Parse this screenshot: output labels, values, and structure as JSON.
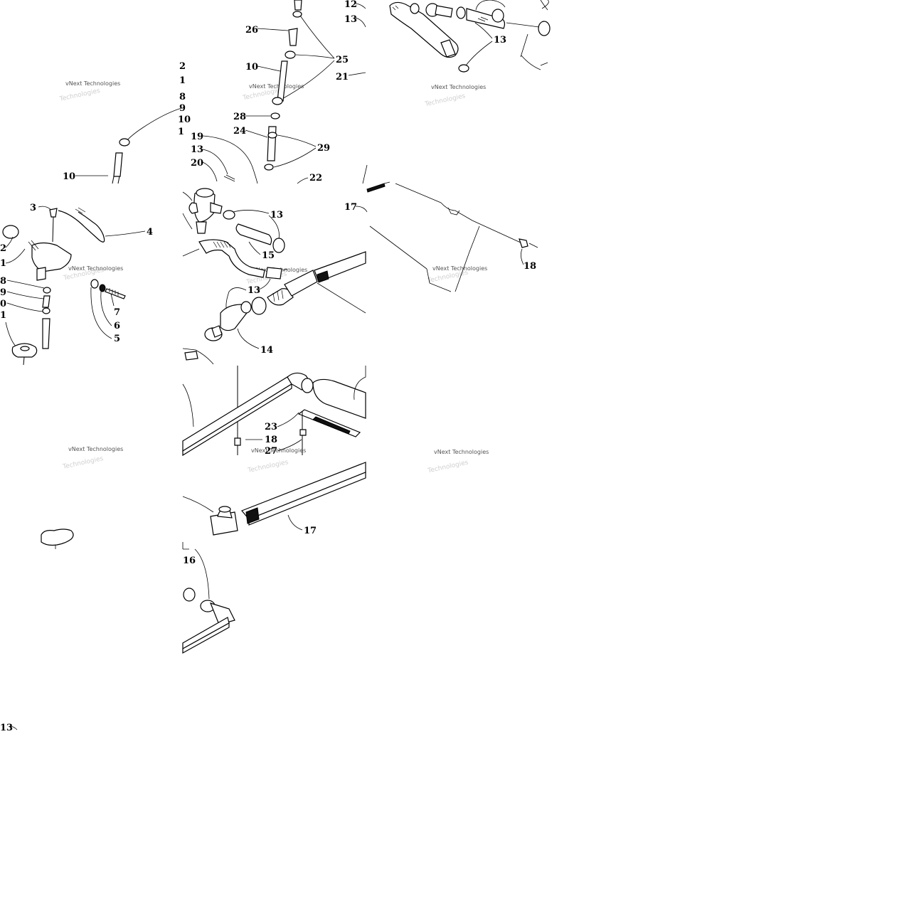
{
  "watermark": {
    "text": "vNext Technologies"
  },
  "callouts": {
    "c12": "12",
    "c13a": "13",
    "c21": "21",
    "c13b": "13",
    "c25": "25",
    "c26": "26",
    "c10a": "10",
    "c28": "28",
    "c24": "24",
    "c29": "29",
    "c19": "19",
    "c13c": "13",
    "c20": "20",
    "c22": "22",
    "c10b": "10",
    "c3": "3",
    "c4": "4",
    "c2": "2",
    "c1a": "1",
    "c8": "8",
    "c9": "9",
    "c0": "0",
    "c1b": "1",
    "c7": "7",
    "c6": "6",
    "c5": "5",
    "c13d": "13",
    "c15": "15",
    "c13e": "13",
    "c14": "14",
    "c17a": "17",
    "c18a": "18",
    "c23": "23",
    "c18b": "18",
    "c27": "27",
    "c17b": "17",
    "c16": "16",
    "c13f": "13"
  }
}
